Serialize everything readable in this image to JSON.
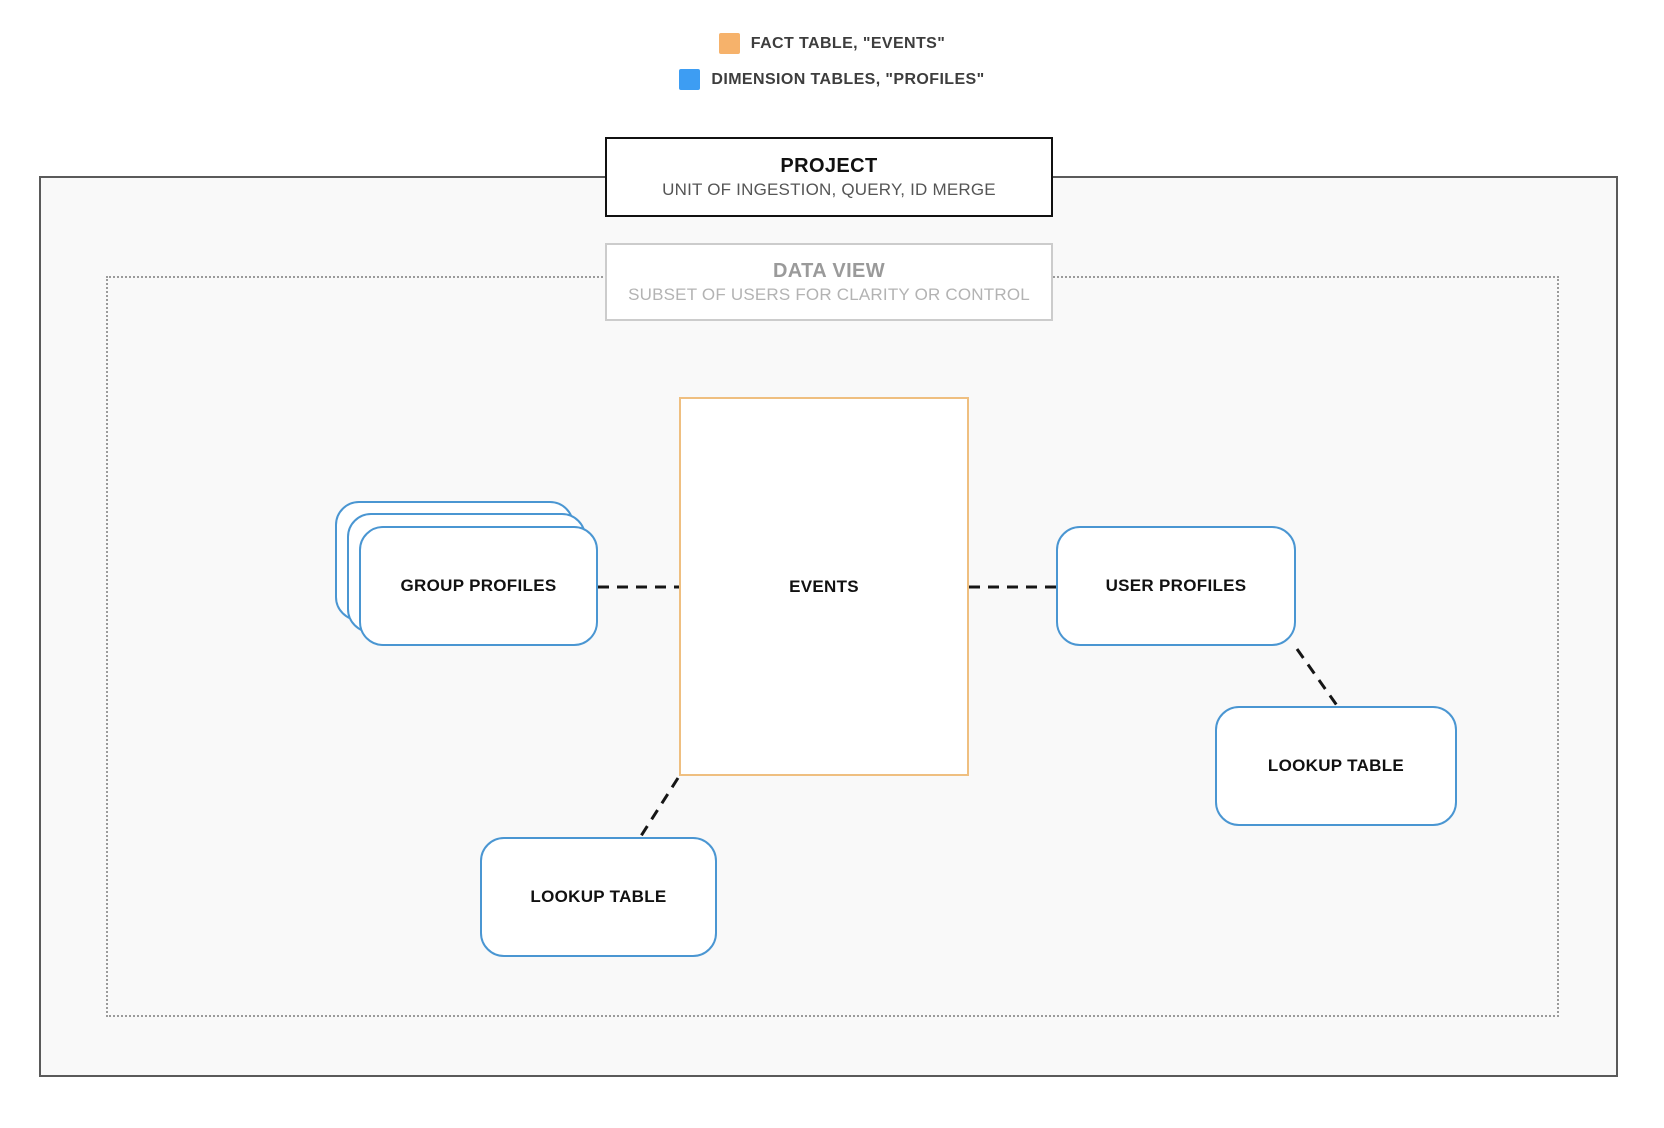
{
  "legend": {
    "items": [
      {
        "name": "fact-table",
        "label": "FACT TABLE, \"EVENTS\"",
        "swatch_color": "#f6b26b"
      },
      {
        "name": "dimension-tables",
        "label": "DIMENSION TABLES, \"PROFILES\"",
        "swatch_color": "#3d9df3"
      }
    ]
  },
  "project_box": {
    "title": "PROJECT",
    "subtitle": "UNIT OF INGESTION, QUERY, ID MERGE"
  },
  "data_view_box": {
    "title": "DATA VIEW",
    "subtitle": "SUBSET OF USERS FOR CLARITY OR CONTROL"
  },
  "nodes": {
    "events": {
      "label": "EVENTS",
      "role": "fact-table",
      "border_color": "#efbf80"
    },
    "group_profiles": {
      "label": "GROUP PROFILES",
      "role": "dimension-table",
      "border_color": "#4a96d2",
      "stack_count": 3
    },
    "user_profiles": {
      "label": "USER PROFILES",
      "role": "dimension-table",
      "border_color": "#4a96d2"
    },
    "lookup_bottom": {
      "label": "LOOKUP TABLE",
      "role": "dimension-table",
      "border_color": "#4a96d2"
    },
    "lookup_right": {
      "label": "LOOKUP TABLE",
      "role": "dimension-table",
      "border_color": "#4a96d2"
    }
  },
  "connections": [
    {
      "from": "group_profiles",
      "to": "events",
      "style": "dashed"
    },
    {
      "from": "events",
      "to": "user_profiles",
      "style": "dashed"
    },
    {
      "from": "user_profiles",
      "to": "lookup_right",
      "style": "dashed"
    },
    {
      "from": "events",
      "to": "lookup_bottom",
      "style": "dashed"
    }
  ],
  "colors": {
    "fact_swatch": "#f6b26b",
    "dimension_swatch": "#3d9df3",
    "fact_node_border": "#efbf80",
    "dimension_node_border": "#4a96d2",
    "outer_container_border": "#5a5a5a",
    "dotted_region_border": "#9b9b9b",
    "container_background": "#f9f9f9",
    "connector": "#161616"
  }
}
